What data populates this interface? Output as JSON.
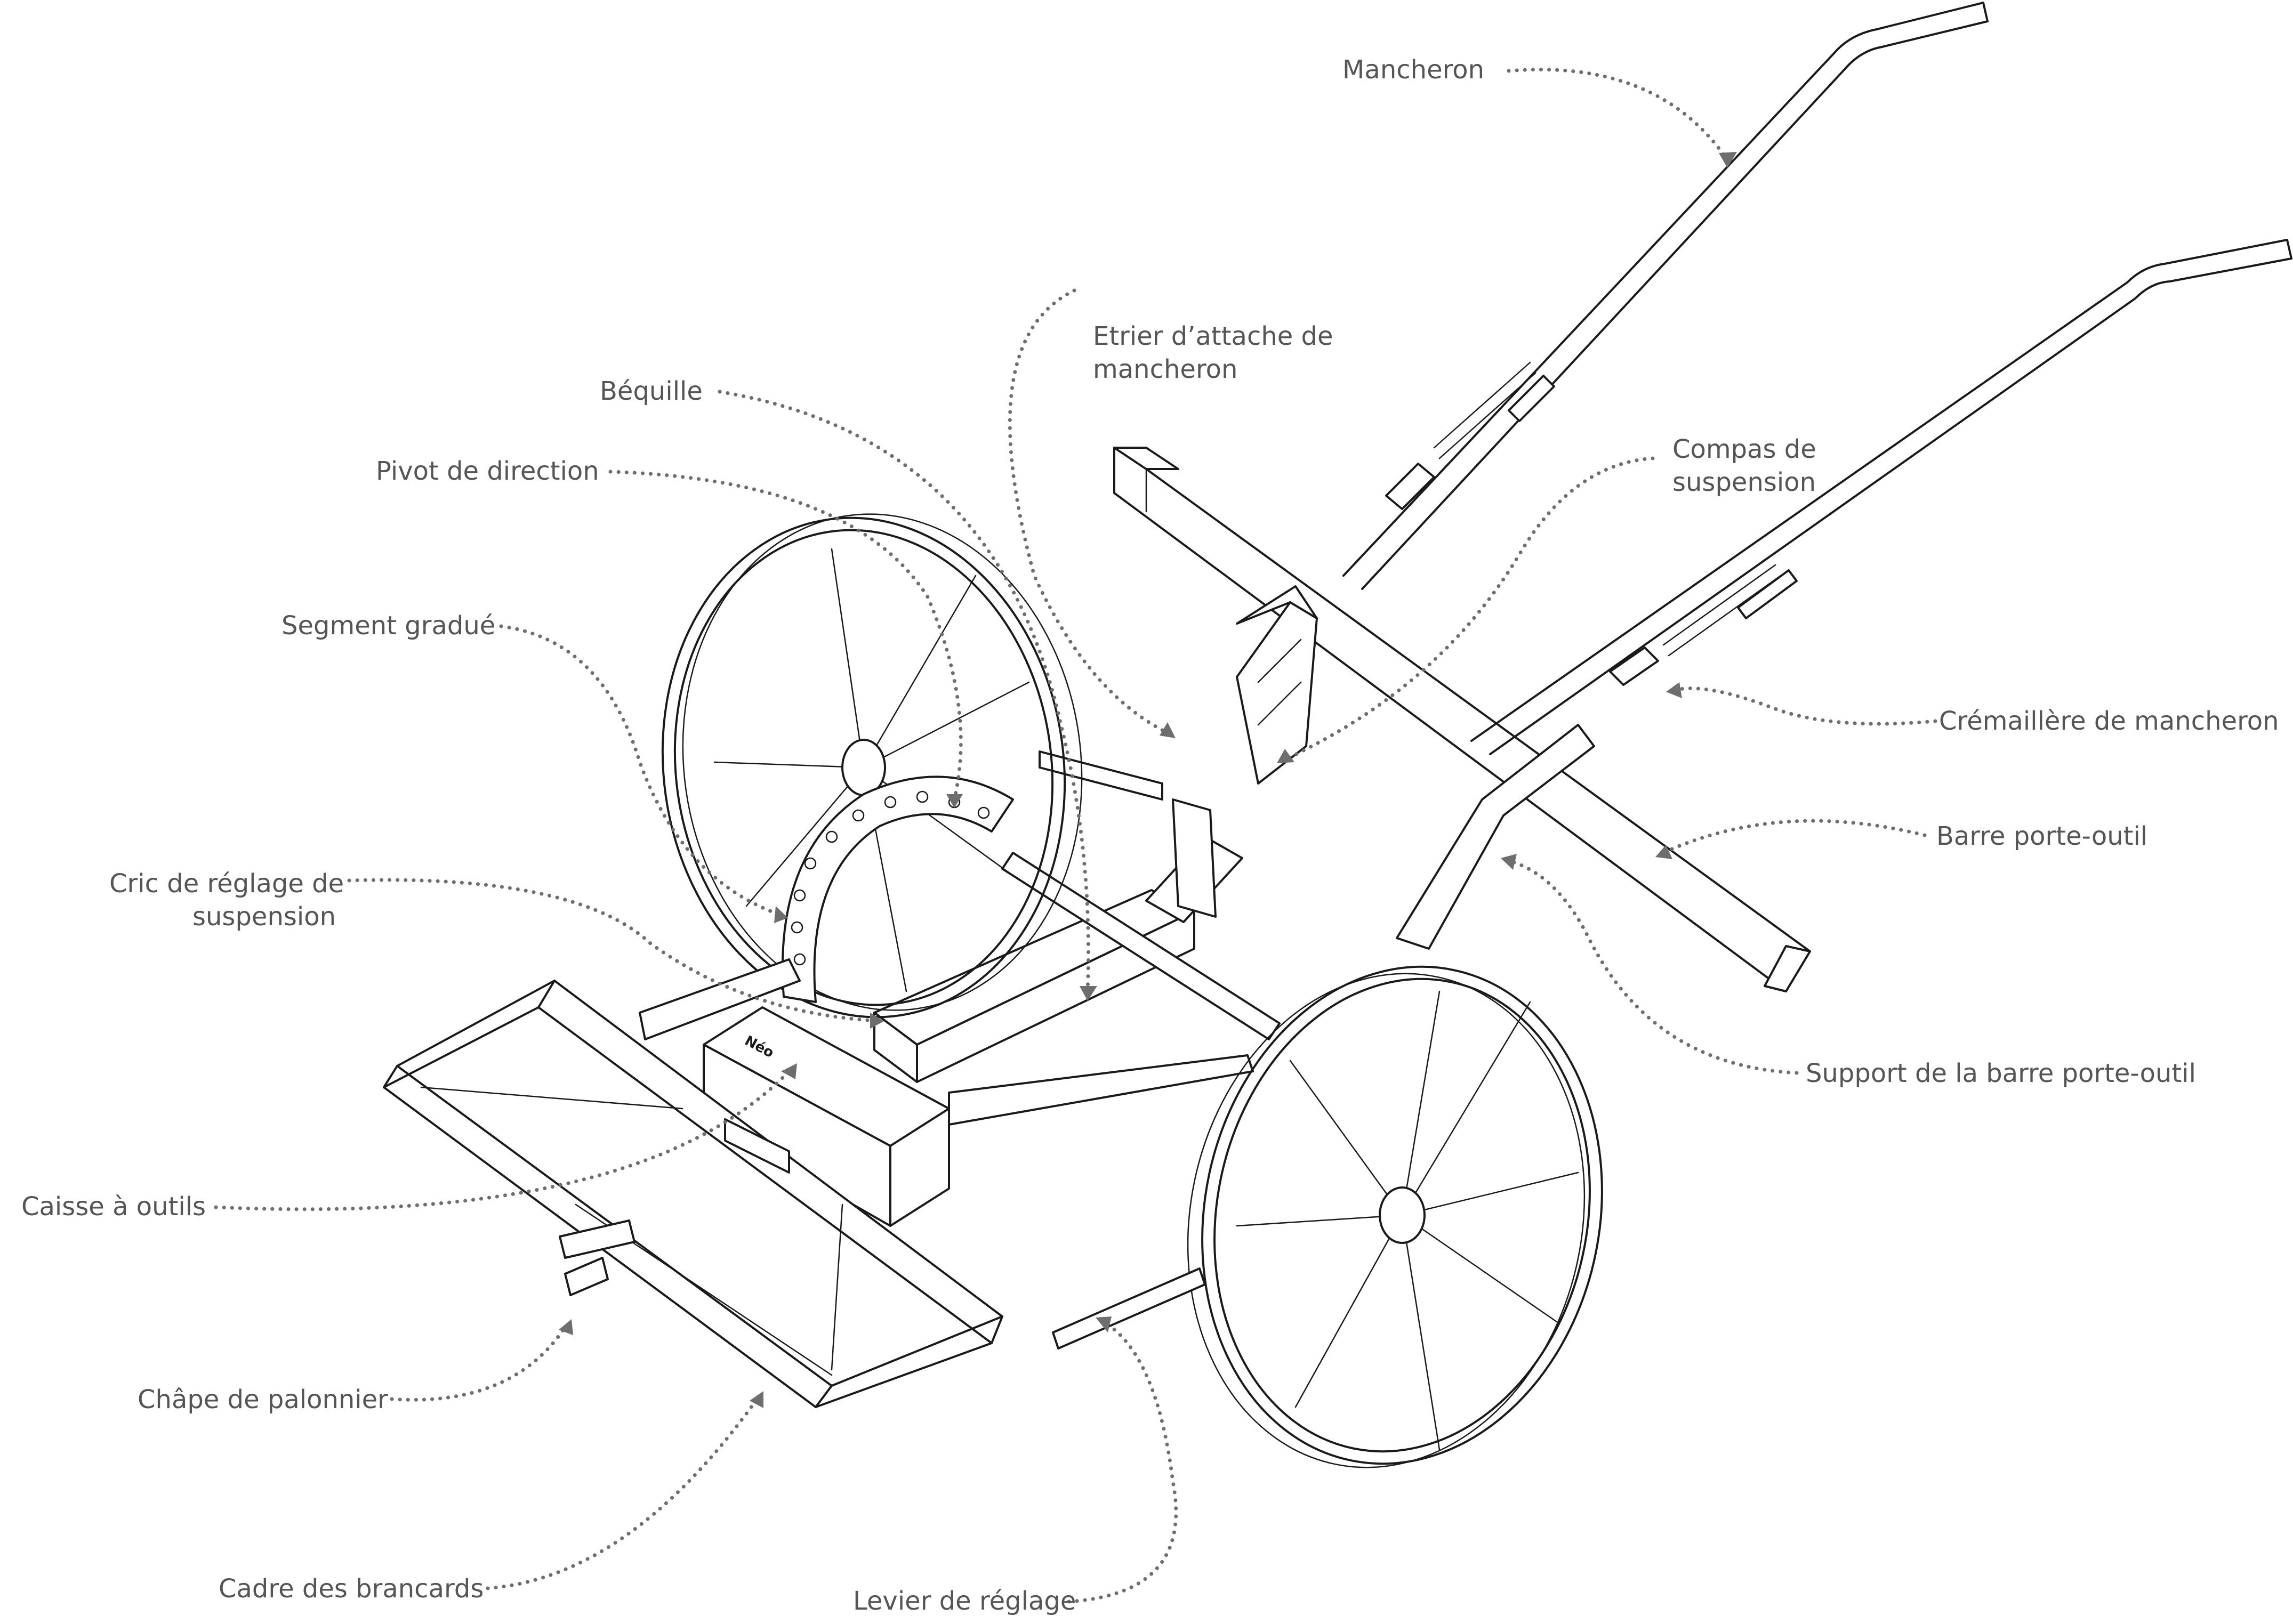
{
  "colors": {
    "ink": "#1a1a1a",
    "label": "#555555",
    "leader": "#6e6e6e",
    "background": "#ffffff"
  },
  "box_mark": "Néo",
  "labels": {
    "mancheron": "Mancheron",
    "etrier": [
      "Etrier d’attache de",
      "mancheron"
    ],
    "bequille": "Béquille",
    "pivot": "Pivot de direction",
    "compas": [
      "Compas de",
      "suspension"
    ],
    "segment": "Segment gradué",
    "cremaillere": "Crémaillère de mancheron",
    "barre": "Barre porte-outil",
    "cric": [
      "Cric de réglage de",
      "suspension"
    ],
    "support": "Support de la barre porte-outil",
    "caisse": "Caisse à outils",
    "chape": "Châpe de palonnier",
    "cadre": "Cadre des brancards",
    "levier": "Levier de réglage"
  }
}
